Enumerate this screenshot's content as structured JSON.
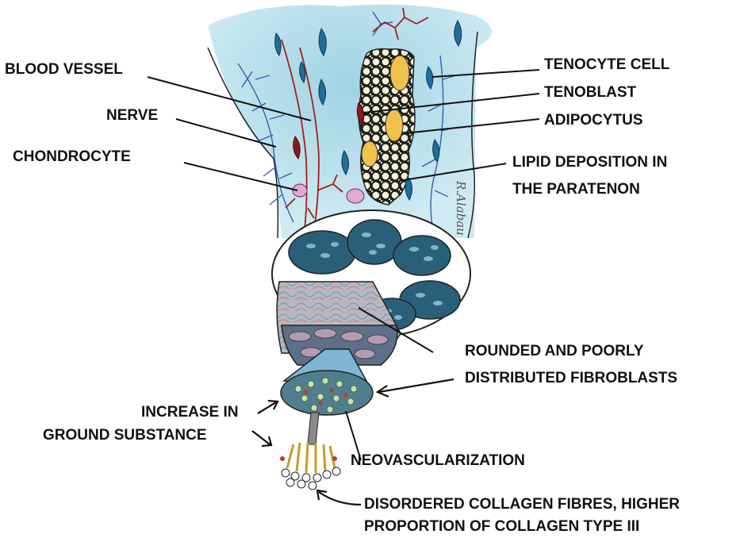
{
  "labels": {
    "blood_vessel": "BLOOD VESSEL",
    "nerve": "NERVE",
    "chondrocyte": "CHONDROCYTE",
    "tenocyte": "TENOCYTE CELL",
    "tenoblast": "TENOBLAST",
    "adipocytus": "ADIPOCYTUS",
    "lipid_line1": "LIPID DEPOSITION IN",
    "lipid_line2": "THE PARATENON",
    "fibro_line1": "ROUNDED AND POORLY",
    "fibro_line2": "DISTRIBUTED FIBROBLASTS",
    "ground_line1": "INCREASE IN",
    "ground_line2": "GROUND SUBSTANCE",
    "neovasc": "NEOVASCULARIZATION",
    "collagen_line1": "DISORDERED COLLAGEN FIBRES, HIGHER",
    "collagen_line2": "PROPORTION OF COLLAGEN TYPE III"
  },
  "signature": "R.Alabau",
  "colors": {
    "tissue_blue": "#bfe3ee",
    "tenocyte_blue": "#1f6e96",
    "tenoblast_red": "#8b1a1a",
    "adipocyte_yellow": "#f1c24b",
    "lipid_white": "#f4f3d8",
    "vessel_red": "#a2211c",
    "nerve_blue": "#3a5bb0",
    "chondrocyte_pink": "#e2a9d6"
  }
}
